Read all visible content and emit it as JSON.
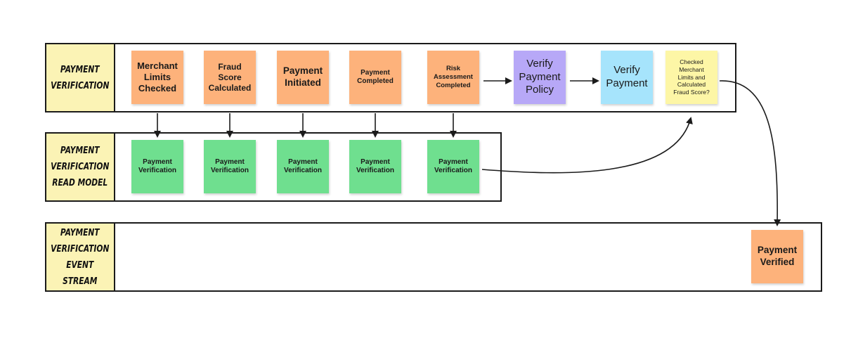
{
  "lanes": {
    "verification": "Payment\nVerification",
    "read_model": "Payment\nVerification\nRead Model",
    "event_stream": "Payment\nVerification\nEvent Stream"
  },
  "notes": {
    "merchant_limits_checked": "Merchant\nLimits\nChecked",
    "fraud_score_calculated": "Fraud\nScore\nCalculated",
    "payment_initiated": "Payment\nInitiated",
    "payment_completed": "Payment\nCompleted",
    "risk_assessment_completed": "Risk\nAssessment\nCompleted",
    "verify_payment_policy": "Verify\nPayment\nPolicy",
    "verify_payment": "Verify\nPayment",
    "checked_question": "Checked\nMerchant\nLimits and\nCalculated\nFraud Score?",
    "read_model_1": "Payment\nVerification",
    "read_model_2": "Payment\nVerification",
    "read_model_3": "Payment\nVerification",
    "read_model_4": "Payment\nVerification",
    "read_model_5": "Payment\nVerification",
    "payment_verified": "Payment\nVerified"
  },
  "colors": {
    "event": "#fdb27b",
    "read_model": "#6fdf8f",
    "policy": "#b7a8f7",
    "command": "#a6e4fc",
    "question": "#fdf6a6",
    "lane_label": "#fbf3b5"
  }
}
